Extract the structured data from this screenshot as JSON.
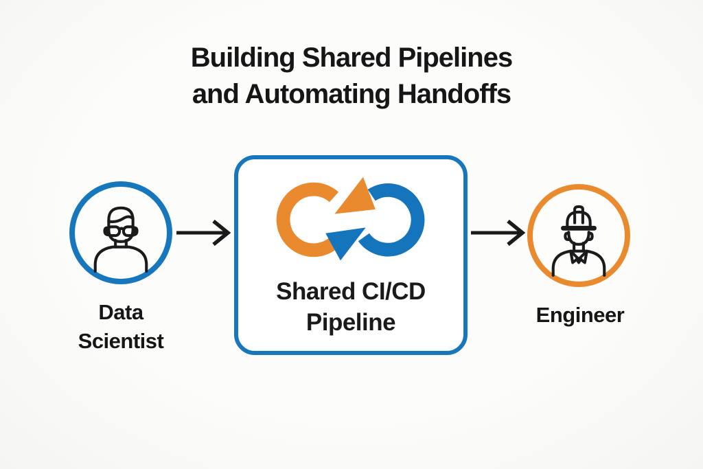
{
  "title": {
    "line1": "Building Shared Pipelines",
    "line2": "and Automating Handoffs"
  },
  "flow": {
    "source": {
      "icon": "person-glasses-icon",
      "label_line1": "Data",
      "label_line2": "Scientist",
      "ring_color": "#1777BD"
    },
    "process": {
      "icon": "cicd-infinity-loop-icon",
      "label_line1": "Shared CI/CD",
      "label_line2": "Pipeline",
      "border_color": "#1777BD",
      "icon_colors": {
        "left_loop": "#EA8A2E",
        "right_loop": "#1474BC"
      }
    },
    "target": {
      "icon": "engineer-hardhat-icon",
      "label": "Engineer",
      "ring_color": "#EA8A2E"
    },
    "connector_icon": "arrow-right-icon",
    "connector_color": "#1a1a1a"
  },
  "colors": {
    "background": "#FAFAF8",
    "text": "#161616",
    "blue": "#1777BD",
    "orange": "#EA8A2E",
    "node_fill": "#FFFFFF"
  }
}
